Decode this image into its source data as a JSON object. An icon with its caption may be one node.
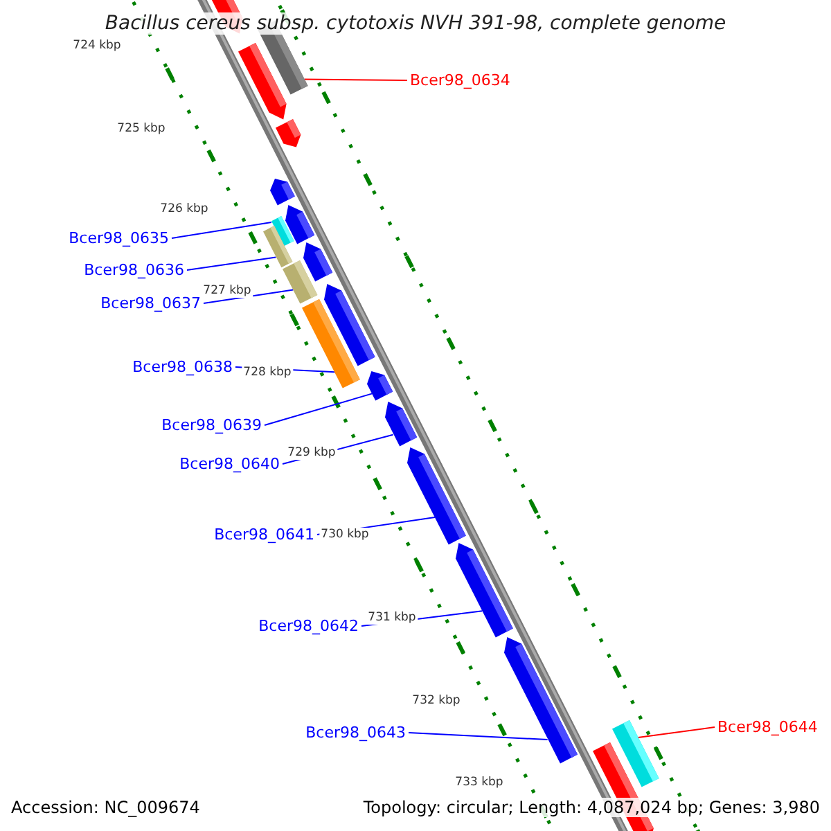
{
  "diagram": {
    "title": "Bacillus cereus subsp. cytotoxis NVH 391-98, complete genome",
    "nodes": [
      {
        "text": [
          "Bcer98_0634"
        ]
      },
      {
        "text": [],
        "shape": "bar"
      },
      {
        "text": [
          "Bcer98_0635"
        ]
      },
      {
        "text": [],
        "shape": "bar"
      },
      {
        "text": [
          "Bcer98_0636"
        ]
      },
      {
        "text": [],
        "shape": "bar"
      },
      {
        "text": [
          "Bcer98_0637"
        ]
      },
      {
        "text": [],
        "shape": "bar"
      },
      {
        "text": [
          "Bcer98_0638"
        ]
      },
      {
        "text": [],
        "shape": "bar"
      },
      {
        "text": [
          "Bcer98_0639"
        ]
      },
      {
        "text": [],
        "shape": "bar"
      },
      {
        "text": [
          "Bcer98_0640"
        ]
      },
      {
        "text": [],
        "shape": "bar"
      },
      {
        "text": [
          "Bcer98_0641"
        ]
      },
      {
        "text": [],
        "shape": "bar"
      },
      {
        "text": [
          "Bcer98_0642"
        ]
      },
      {
        "text": [],
        "shape": "bar"
      },
      {
        "text": [
          "Bcer98_0643"
        ]
      },
      {
        "text": [],
        "shape": "bar"
      },
      {
        "text": [
          "Bcer98_0644"
        ]
      },
      {
        "text": [],
        "shape": "bar"
      },
      {
        "text": [],
        "shape": "bar"
      },
      {
        "text": [],
        "shape": "bar"
      },
      {
        "text": [],
        "shape": "bar"
      },
      {
        "text": [],
        "shape": "bar"
      },
      {
        "text": [],
        "shape": "bar"
      },
      {
        "text": [],
        "shape": "bar"
      },
      {
        "text": [],
        "shape": "bar"
      },
      {
        "text": [],
        "shape": "bar"
      }
    ],
    "edges": [
      {
        "from": 0,
        "to": 1,
        "arrow": "none",
        "color": "#ff0000"
      },
      {
        "from": 2,
        "to": 3,
        "arrow": "none"
      },
      {
        "from": 4,
        "to": 5,
        "arrow": "none"
      },
      {
        "from": 6,
        "to": 7,
        "arrow": "none"
      },
      {
        "from": 8,
        "to": 9,
        "arrow": "none"
      },
      {
        "from": 10,
        "to": 11,
        "arrow": "none"
      },
      {
        "from": 12,
        "to": 13,
        "arrow": "none"
      },
      {
        "from": 14,
        "to": 15,
        "arrow": "none"
      },
      {
        "from": 16,
        "to": 17,
        "arrow": "none"
      },
      {
        "from": 18,
        "to": 19,
        "arrow": "none"
      },
      {
        "from": 20,
        "to": 21,
        "arrow": "none",
        "color": "#ff0000"
      }
    ],
    "labels": [
      "724 kbp",
      "725 kbp",
      "726 kbp",
      "727 kbp",
      "728 kbp",
      "729 kbp",
      "730 kbp",
      "731 kbp",
      "732 kbp",
      "733 kbp",
      "Accession: NC_009674",
      "Topology: circular; Length: 4,087,024 bp; Genes: 3,980"
    ]
  }
}
